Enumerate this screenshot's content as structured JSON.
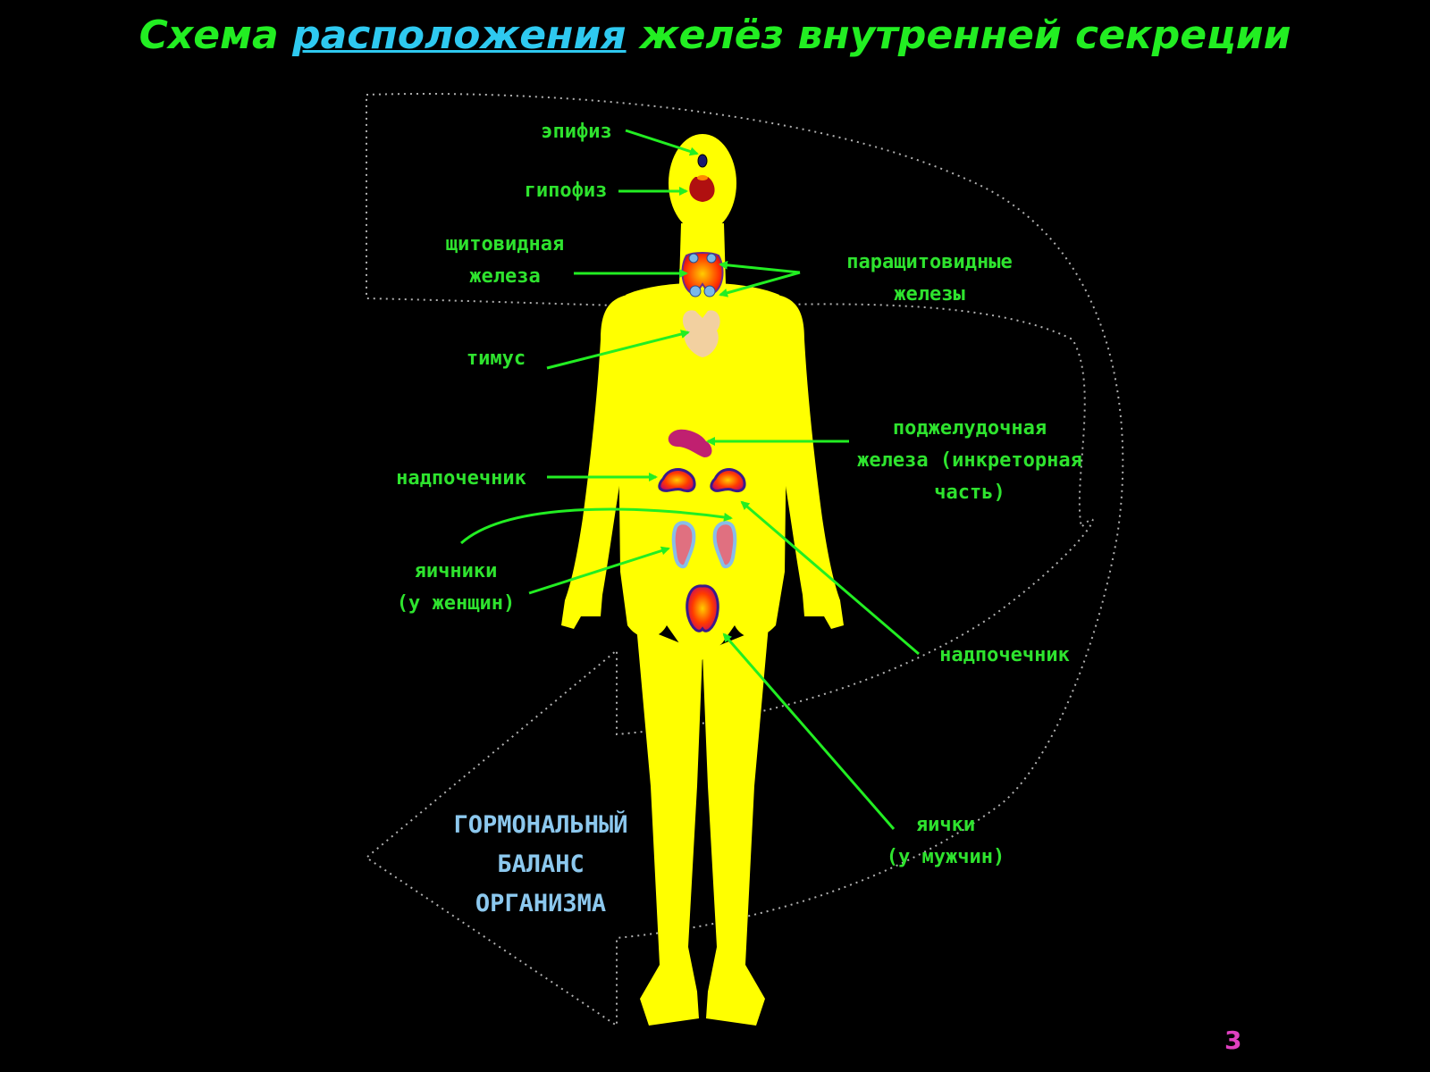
{
  "title": {
    "part1": "Схема ",
    "underlined": "расположения",
    "part2": " желёз внутренней секреции"
  },
  "labels": {
    "epiphysis": "эпифиз",
    "hypophysis": "гипофиз",
    "thyroid_line1": "щитовидная",
    "thyroid_line2": "железа",
    "parathyroid_line1": "паращитовидные",
    "parathyroid_line2": "железы",
    "thymus": "тимус",
    "pancreas_line1": "поджелудочная",
    "pancreas_line2": "железа (инкреторная",
    "pancreas_line3": "часть)",
    "adrenal_left": "надпочечник",
    "ovaries_line1": "яичники",
    "ovaries_line2": "(у женщин)",
    "adrenal_right": "надпочечник",
    "testes_line1": "яички",
    "testes_line2": "(у мужчин)"
  },
  "balance": {
    "line1": "ГОРМОНАЛЬНЫЙ",
    "line2": "БАЛАНС",
    "line3": "ОРГАНИЗМА"
  },
  "page_number": "3",
  "colors": {
    "background": "#000000",
    "body": "#ffff00",
    "label": "#2ee32e",
    "title_accent": "#2ec9f0",
    "balance_text": "#8cc8ee",
    "page_number": "#e040c0"
  }
}
